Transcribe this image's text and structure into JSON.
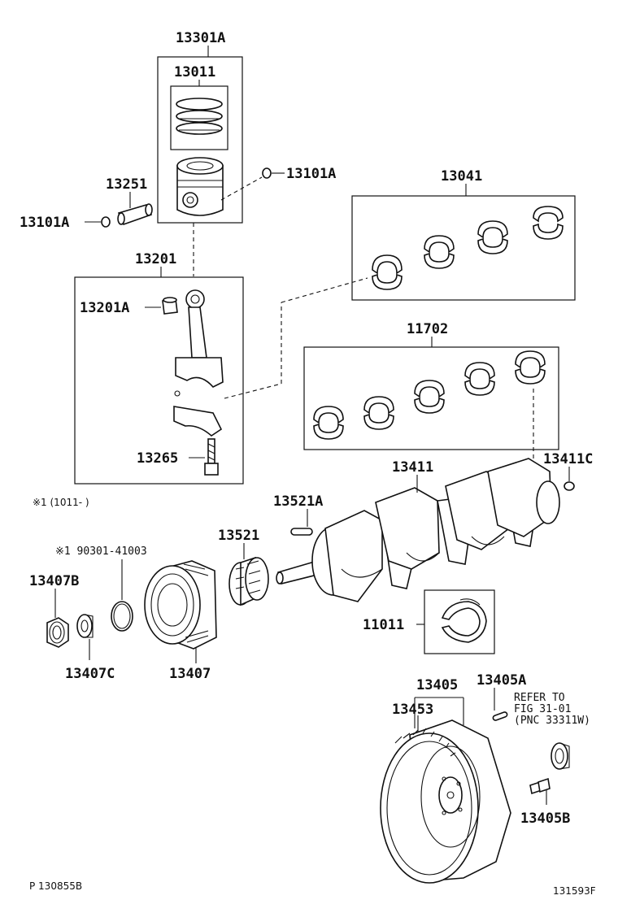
{
  "labels": {
    "piston_assy": "13301A",
    "piston_ring_set": "13011",
    "piston_pin": "13251",
    "snap_ring_right": "13101A",
    "snap_ring_left": "13101A",
    "con_rod": "13201",
    "con_rod_bushing": "13201A",
    "con_rod_bolt": "13265",
    "con_rod_bearing": "13041",
    "main_bearing": "11702",
    "crankshaft": "13411",
    "crank_pin": "13411C",
    "woodruff_key": "13521A",
    "timing_gear": "13521",
    "o_ring_note": "※1 90301-41003",
    "pulley_nut": "13407B",
    "pulley_washer": "13407C",
    "pulley": "13407",
    "thrust_washer": "11011",
    "flywheel": "13405",
    "ring_gear": "13453",
    "flywheel_pin": "13405A",
    "flywheel_bolt": "13405B",
    "refer_line1": "REFER TO",
    "refer_line2": "FIG 31-01",
    "refer_line3": "(PNC 33311W)",
    "date_note": "※1 (1011-     )",
    "footer_left": "P 130855B",
    "footer_right": "131593F"
  }
}
